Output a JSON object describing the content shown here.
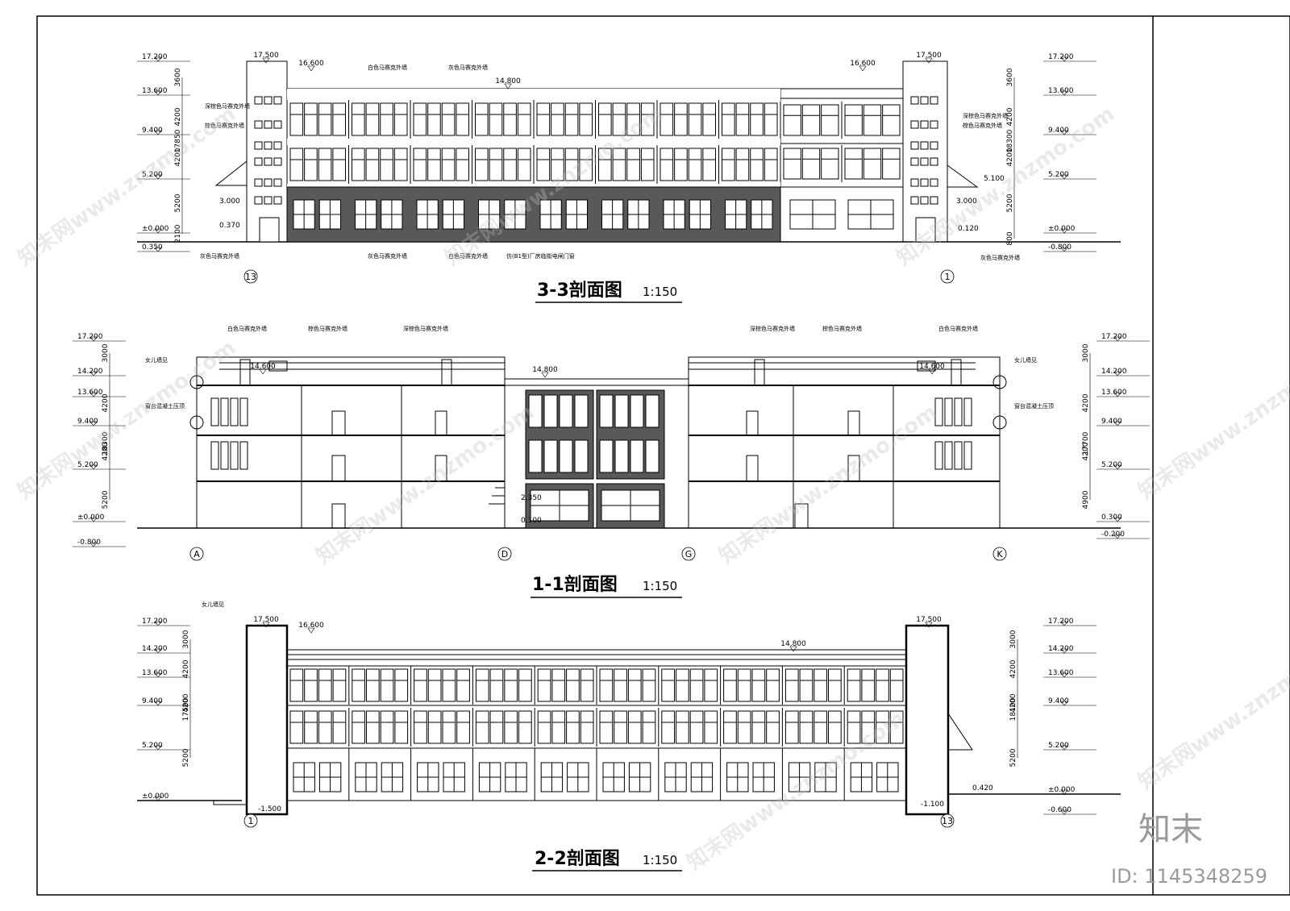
{
  "sections": [
    {
      "id": "s33",
      "title": "3-3剖面图",
      "scale": "1:150",
      "left_levels": [
        "17.200",
        "13.600",
        "9.400",
        "5.200",
        "±0.000",
        "0.350"
      ],
      "right_levels": [
        "17.200",
        "13.600",
        "9.400",
        "5.200",
        "±0.000",
        "-0.800"
      ],
      "top_levels": [
        "17.500",
        "16.600",
        "14.800",
        "16.600",
        "17.500"
      ],
      "inner_levels": [
        "3.000",
        "0.370",
        "5.100",
        "3.000",
        "0.120"
      ],
      "dims_left": [
        "3600",
        "4200",
        "4200",
        "5200",
        "2100",
        "17850"
      ],
      "dims_right": [
        "3600",
        "4200",
        "4200",
        "5200",
        "18300",
        "800"
      ],
      "axes": [
        "13",
        "1"
      ],
      "notes": [
        "白色马赛克外墙",
        "灰色马赛克外墙",
        "深棕色马赛克外墙",
        "棕色马赛克外墙",
        "灰色马赛克外墙",
        "白色马赛克外墙",
        "灰色马赛克外墙",
        "仿(B1型)厂房临街电闸门窗",
        "深棕色马赛克外墙",
        "棕色马赛克外墙",
        "灰色马赛克外墙"
      ]
    },
    {
      "id": "s11",
      "title": "1-1剖面图",
      "scale": "1:150",
      "left_levels": [
        "17.200",
        "14.200",
        "13.600",
        "9.400",
        "5.200",
        "±0.000",
        "-0.800"
      ],
      "right_levels": [
        "17.200",
        "14.200",
        "13.600",
        "9.400",
        "5.200",
        "0.300",
        "-0.200"
      ],
      "top_levels": [
        "14.800",
        "14.600",
        "14.600"
      ],
      "inner_levels": [
        "2.350",
        "0.100"
      ],
      "dims_left": [
        "3000",
        "4200",
        "4200",
        "5200",
        "18300"
      ],
      "dims_right": [
        "3000",
        "4200",
        "4200",
        "4900",
        "17700"
      ],
      "axes": [
        "A",
        "D",
        "G",
        "K"
      ],
      "notes": [
        "白色马赛克外墙",
        "棕色马赛克外墙",
        "深棕色马赛克外墙",
        "深棕色马赛克外墙",
        "棕色马赛克外墙",
        "白色马赛克外墙",
        "女儿墙见",
        "窗台混凝土压顶",
        "女儿墙见",
        "窗台混凝土压顶"
      ]
    },
    {
      "id": "s22",
      "title": "2-2剖面图",
      "scale": "1:150",
      "left_levels": [
        "17.200",
        "14.200",
        "13.600",
        "9.400",
        "5.200",
        "±0.000"
      ],
      "right_levels": [
        "17.200",
        "14.200",
        "13.600",
        "9.400",
        "5.200",
        "±0.000",
        "-0.600"
      ],
      "top_levels": [
        "17.500",
        "16.600",
        "14.800",
        "17.500"
      ],
      "inner_levels": [
        "-1.500",
        "-1.100",
        "0.420"
      ],
      "dims_left": [
        "3000",
        "4200",
        "4200",
        "5200",
        "17500"
      ],
      "dims_right": [
        "3000",
        "4200",
        "4200",
        "5200",
        "18100"
      ],
      "axes": [
        "1",
        "13"
      ],
      "notes": [
        "女儿墙见"
      ]
    }
  ],
  "watermark": "知末网www.znzmo.com",
  "brand": "知末",
  "id_label": "ID: 1145348259"
}
